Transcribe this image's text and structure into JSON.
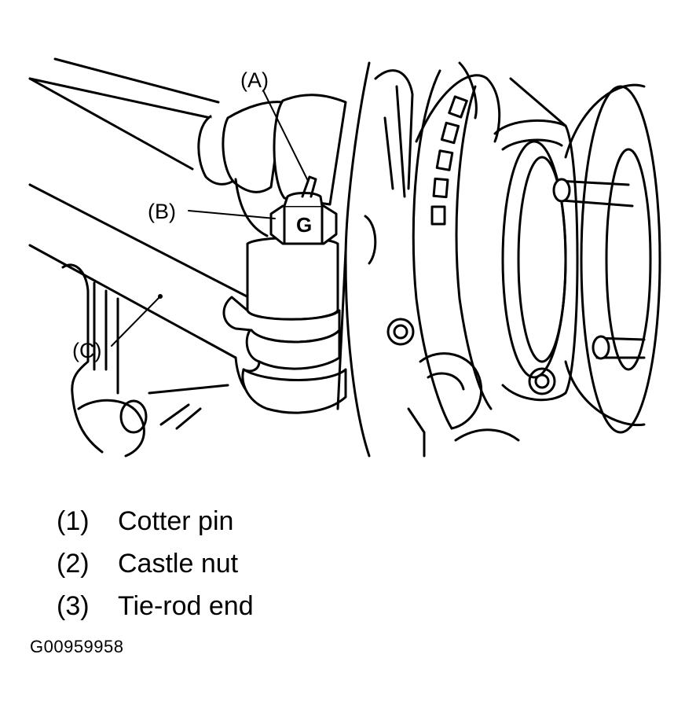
{
  "callouts": {
    "a": "(A)",
    "b": "(B)",
    "c": "(C)"
  },
  "nut_mark": "G",
  "legend": [
    {
      "number": "(1)",
      "text": "Cotter pin"
    },
    {
      "number": "(2)",
      "text": "Castle nut"
    },
    {
      "number": "(3)",
      "text": "Tie-rod end"
    }
  ],
  "figure_id": "G00959958"
}
